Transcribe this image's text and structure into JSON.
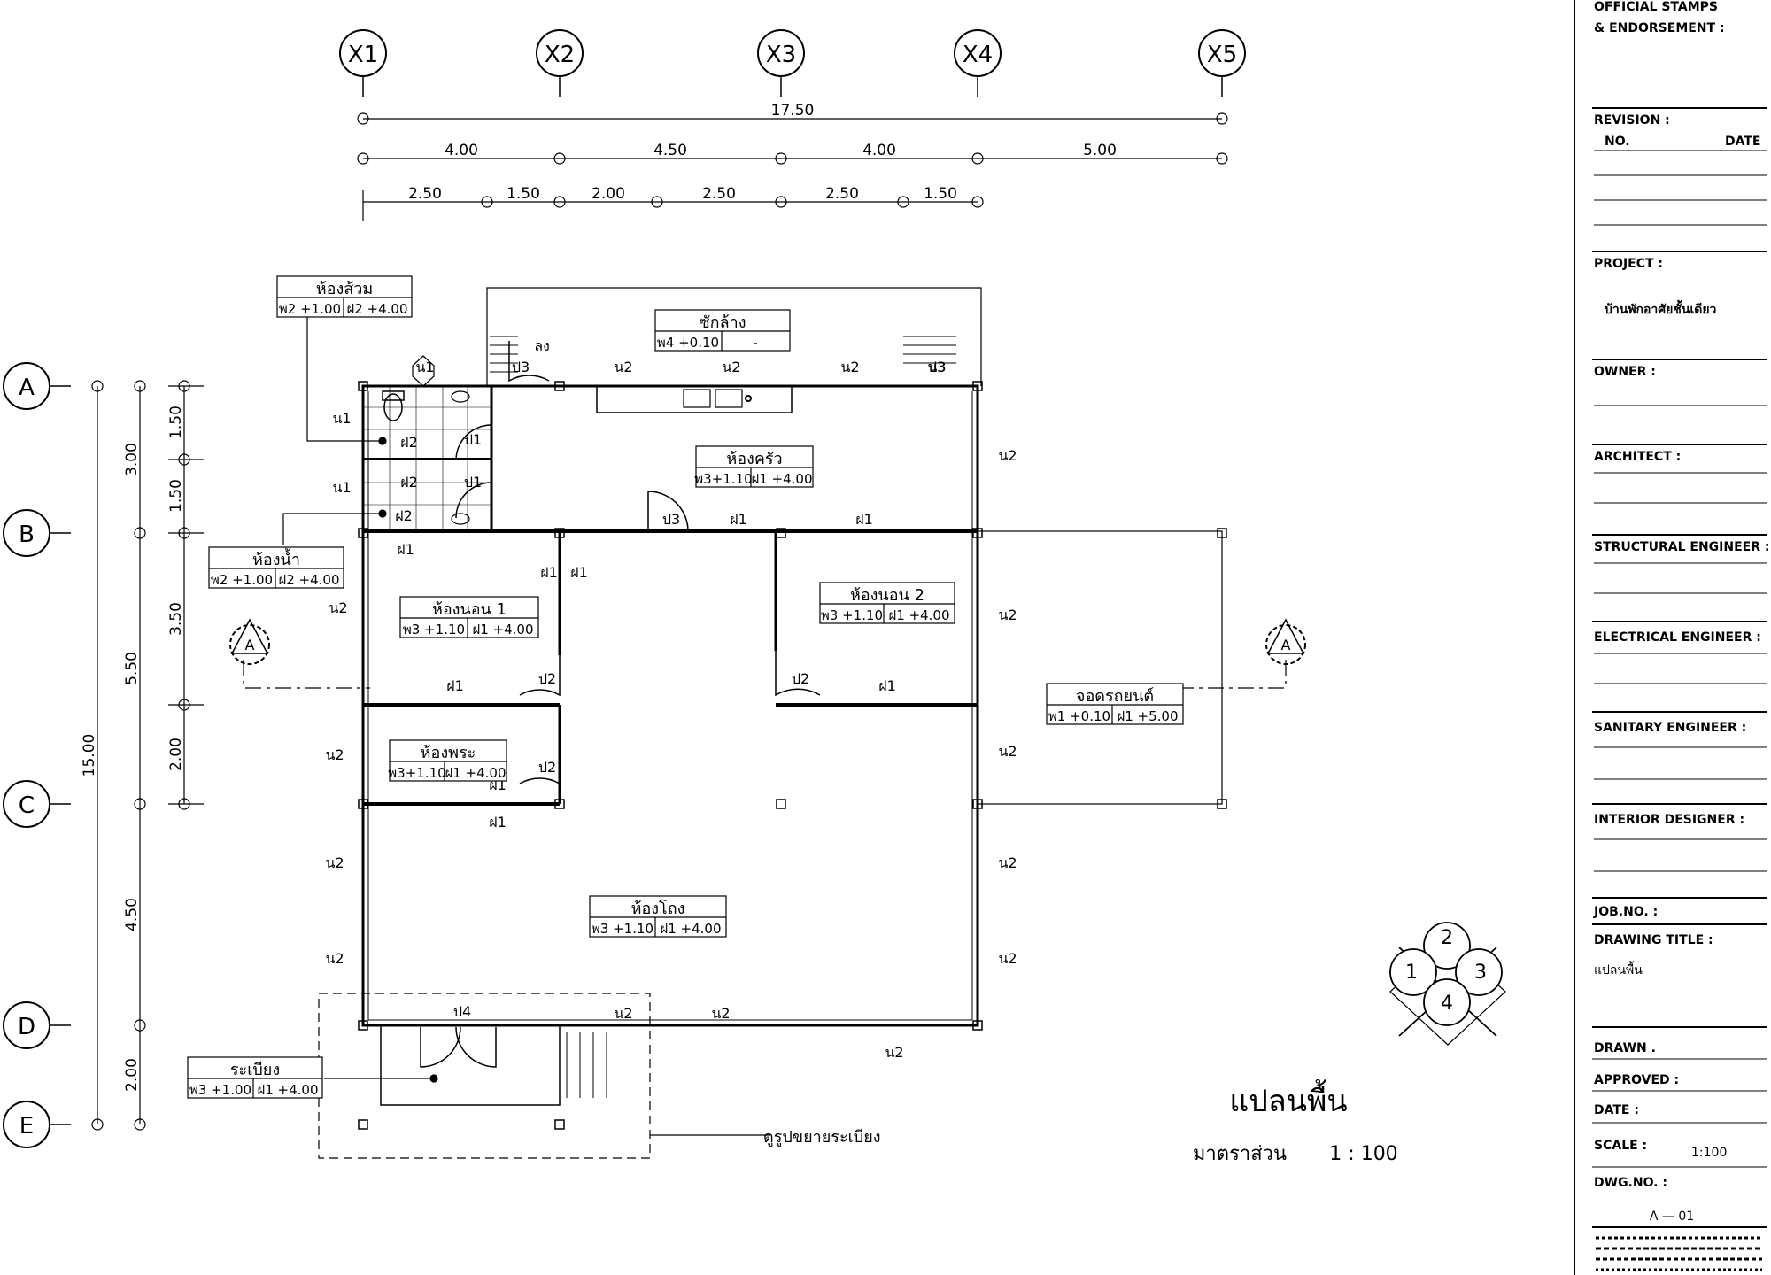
{
  "grid_x": [
    "X1",
    "X2",
    "X3",
    "X4",
    "X5"
  ],
  "grid_y": [
    "A",
    "B",
    "C",
    "D",
    "E"
  ],
  "dims_top": {
    "overall": "17.50",
    "mid": [
      "4.00",
      "4.50",
      "4.00",
      "5.00"
    ],
    "small": [
      "2.50",
      "1.50",
      "2.00",
      "2.50",
      "2.50",
      "1.50"
    ]
  },
  "dims_left": {
    "overall": "15.00",
    "mid": [
      "3.00",
      "5.50",
      "4.50",
      "2.00"
    ],
    "small": [
      "1.50",
      "1.50",
      "3.50",
      "2.00"
    ]
  },
  "rooms": [
    {
      "name": "ห้องส้วม",
      "spec1": "พ2 +1.00",
      "spec2": "ฝ2 +4.00"
    },
    {
      "name": "ซักล้าง",
      "spec1": "พ4 +0.10",
      "spec2": "-"
    },
    {
      "name": "ห้องครัว",
      "spec1": "พ3+1.10",
      "spec2": "ฝ1 +4.00"
    },
    {
      "name": "ห้องน้ำ",
      "spec1": "พ2 +1.00",
      "spec2": "ฝ2 +4.00"
    },
    {
      "name": "ห้องนอน 1",
      "spec1": "พ3 +1.10",
      "spec2": "ฝ1 +4.00"
    },
    {
      "name": "ห้องนอน 2",
      "spec1": "พ3 +1.10",
      "spec2": "ฝ1 +4.00"
    },
    {
      "name": "ห้องพระ",
      "spec1": "พ3+1.10",
      "spec2": "ฝ1 +4.00"
    },
    {
      "name": "จอดรถยนต์",
      "spec1": "พ1 +0.10",
      "spec2": "ฝ1 +5.00"
    },
    {
      "name": "ห้องโถง",
      "spec1": "พ3 +1.10",
      "spec2": "ฝ1 +4.00"
    },
    {
      "name": "ระเบียง",
      "spec1": "พ3 +1.00",
      "spec2": "ฝ1 +4.00"
    }
  ],
  "tags": {
    "n1": "น1",
    "n2": "น2",
    "n3": "น3",
    "p1": "ป1",
    "p2": "ป2",
    "p3": "ป3",
    "p4": "ป4",
    "w1": "ฝ1",
    "w2": "ฝ2",
    "step": "ลง"
  },
  "section_marker": "A",
  "view_marker": [
    "1",
    "2",
    "3",
    "4"
  ],
  "note_balcony": "ดูรูปขยายระเบียง",
  "plan_title": "แปลนพื้น",
  "scale_label": "มาตราส่วน",
  "scale_value": "1 : 100",
  "titleblock": {
    "stamps": "OFFICIAL STAMPS",
    "endorse": "& ENDORSEMENT :",
    "revision": "REVISION :",
    "no": "NO.",
    "date_col": "DATE",
    "project": "PROJECT :",
    "project_name": "บ้านพักอาศัยชั้นเดียว",
    "owner": "OWNER :",
    "architect": "ARCHITECT :",
    "structural": "STRUCTURAL ENGINEER :",
    "electrical": "ELECTRICAL ENGINEER :",
    "sanitary": "SANITARY ENGINEER :",
    "interior": "INTERIOR DESIGNER :",
    "jobno": "JOB.NO. :",
    "drawing_title": "DRAWING TITLE :",
    "drawing_title_value": "แปลนพื้น",
    "drawn": "DRAWN .",
    "approved": "APPROVED :",
    "date": "DATE :",
    "scale": "SCALE :",
    "scale_value": "1:100",
    "dwgno": "DWG.NO. :",
    "dwgno_value": "A — 01"
  }
}
